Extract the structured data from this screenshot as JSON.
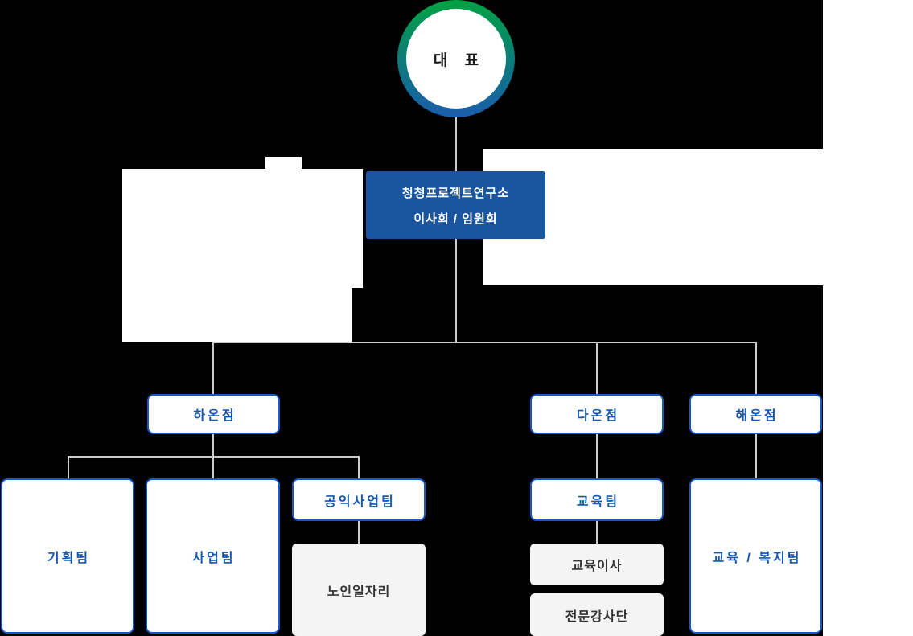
{
  "org_chart": {
    "ceo": {
      "label": "대 표"
    },
    "board": {
      "line1": "청청프로젝트연구소",
      "line2": "이사회 / 임원회"
    },
    "branches": [
      {
        "label": "하온점"
      },
      {
        "label": "다온점"
      },
      {
        "label": "해온점"
      }
    ],
    "teams": {
      "planning": {
        "label": "기획팀"
      },
      "business": {
        "label": "사업팀"
      },
      "public_service": {
        "label": "공익사업팀"
      },
      "senior_jobs": {
        "label": "노인일자리"
      },
      "education": {
        "label": "교육팀"
      },
      "education_director": {
        "label": "교육이사"
      },
      "lecturer_group": {
        "label": "전문강사단"
      },
      "education_welfare": {
        "label": "교육 / 복지팀"
      }
    },
    "colors": {
      "bg": "#000000",
      "board": "#1a56a0",
      "border-blue": "#135ac8",
      "text-blue": "#1257b2",
      "gray": "#f4f4f4",
      "gray-text": "#333333",
      "conn": "#cccccc",
      "ring-green": "#00a344",
      "ring-blue": "#1a5dad"
    }
  }
}
